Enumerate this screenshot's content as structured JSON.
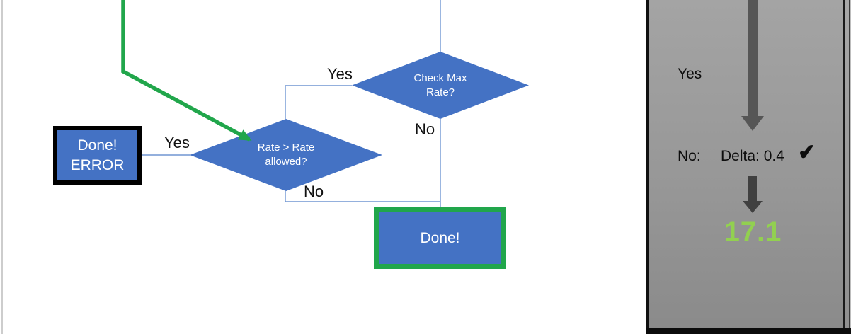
{
  "colors": {
    "shape_blue": "#4472C4",
    "connector_blue": "#7096D2",
    "success_green": "#21A64B",
    "error_border_black": "#000000",
    "panel_arrow_gray": "#565656",
    "result_green": "#92D050"
  },
  "flowchart": {
    "decision_check_max_rate": {
      "line1": "Check Max",
      "line2": "Rate?"
    },
    "decision_rate_allowed": {
      "line1": "Rate > Rate",
      "line2": "allowed?"
    },
    "box_done_error": {
      "line1": "Done!",
      "line2": "ERROR"
    },
    "box_done": {
      "label": "Done!"
    },
    "labels": {
      "check_max_yes": "Yes",
      "check_max_no": "No",
      "rate_allowed_yes": "Yes",
      "rate_allowed_no": "No"
    }
  },
  "magnifier_panel": {
    "yes_label": "Yes",
    "no_label": "No:",
    "delta_text": "Delta: 0.4",
    "checkmark": "✔",
    "result_value": "17.1"
  }
}
